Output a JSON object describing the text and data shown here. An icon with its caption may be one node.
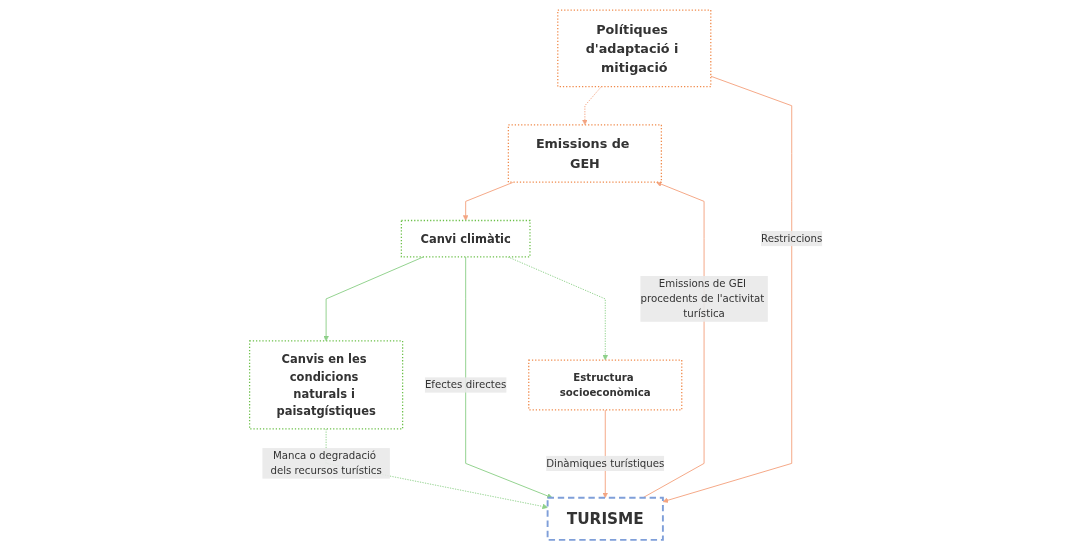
{
  "diagram": {
    "nodes": [
      {
        "text": [
          "Emissions de GEH"
        ]
      },
      {
        "text": [
          "Canvi climàtic"
        ]
      },
      {
        "text": [
          "Canvis en les condicions naturals i paisatgístiques"
        ]
      },
      {
        "text": [
          "TURISME"
        ]
      },
      {
        "text": [
          "Polítiques d'adaptació i mitigació"
        ]
      },
      {
        "text": [
          "Estructura socioeconòmica"
        ]
      }
    ],
    "edges": [
      {
        "from": 0,
        "to": 1,
        "arrow": "to"
      },
      {
        "from": 1,
        "to": 2,
        "arrow": "to",
        "color": "#8fd18a"
      },
      {
        "from": 1,
        "to": 3,
        "arrow": "to",
        "label": "Efectes directes",
        "color": "#8fd18a"
      },
      {
        "from": 2,
        "to": 3,
        "arrow": "to",
        "label": "Manca o degradació dels recursos turístics",
        "style": "dashed",
        "color": "#8fd18a"
      },
      {
        "from": 3,
        "to": 0,
        "arrow": "to",
        "label": "Emissions de GEI procedents de l'activitat turística"
      },
      {
        "from": 4,
        "to": 0,
        "arrow": "to",
        "style": "dashed"
      },
      {
        "from": 4,
        "to": 3,
        "arrow": "to",
        "label": "Restriccions"
      },
      {
        "from": 5,
        "to": 3,
        "arrow": "to",
        "label": "Dinàmiques turístiques"
      },
      {
        "from": 1,
        "to": 5,
        "arrow": "to",
        "style": "dashed",
        "color": "#8fd18a"
      }
    ]
  }
}
